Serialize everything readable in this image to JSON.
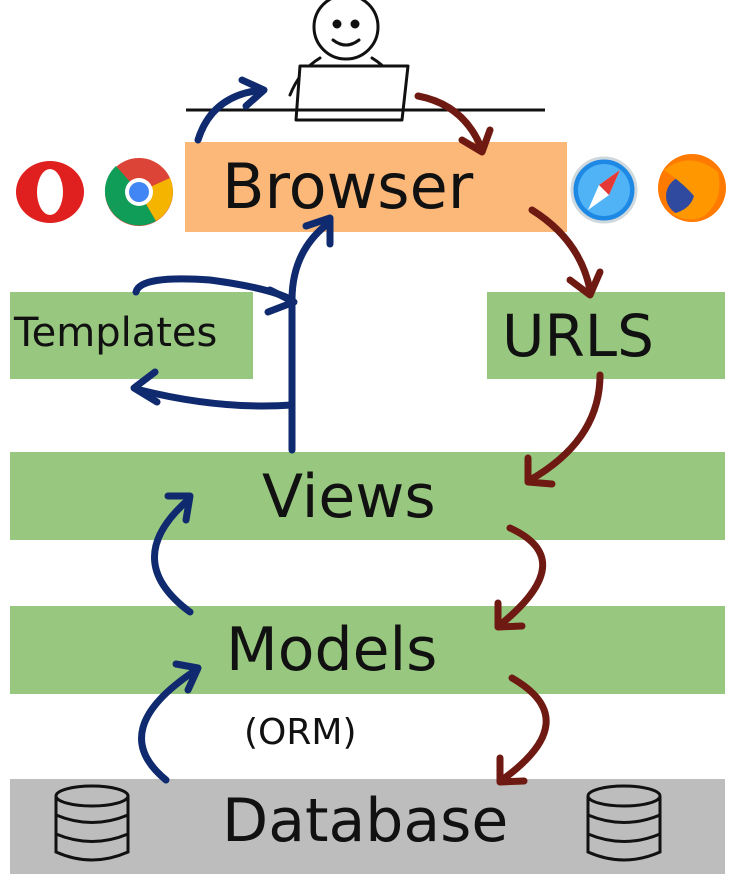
{
  "layers": {
    "browser": "Browser",
    "urls": "URLS",
    "templates": "Templates",
    "views": "Views",
    "models": "Models",
    "orm": "(ORM)",
    "database": "Database"
  },
  "icons": [
    "user-icon",
    "laptop-icon",
    "opera-icon",
    "chrome-icon",
    "safari-icon",
    "firefox-icon",
    "database-icon"
  ],
  "colors": {
    "browser_box": "#fcb879",
    "layer_box": "#98c77f",
    "database_box": "#bdbdbd",
    "request_arrow": "#6e1a12",
    "response_arrow": "#0f2a6e"
  }
}
